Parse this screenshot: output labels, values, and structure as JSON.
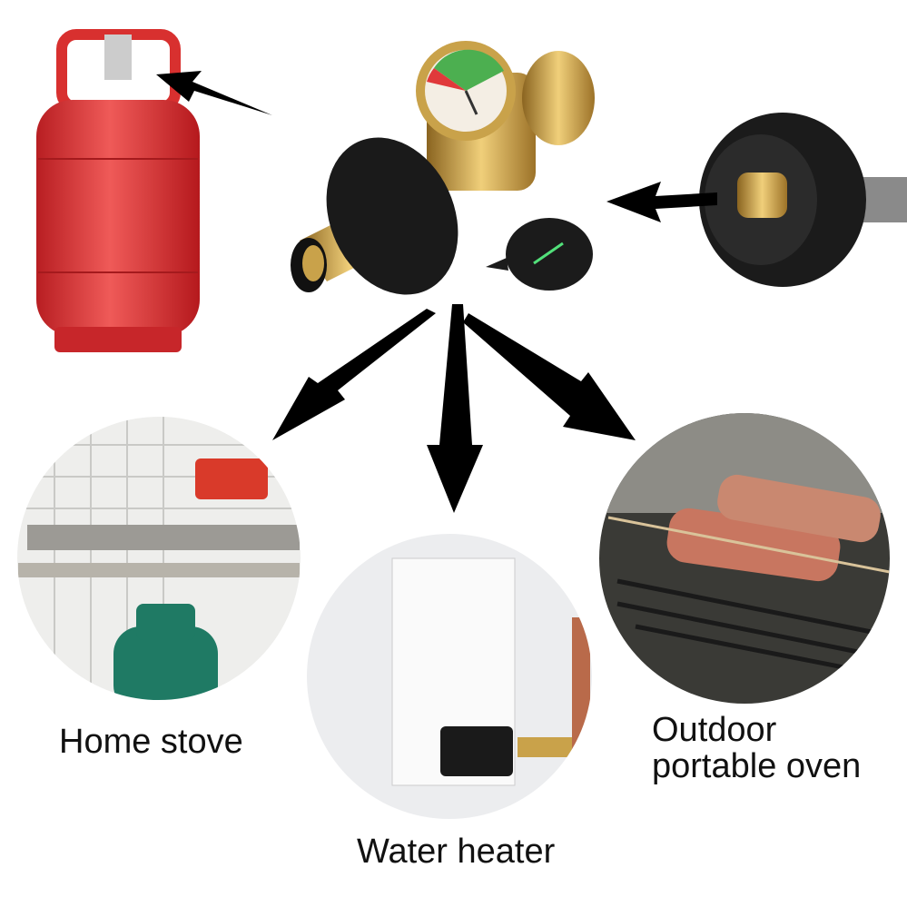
{
  "labels": {
    "home_stove": "Home stove",
    "water_heater": "Water heater",
    "outdoor_line1": "Outdoor",
    "outdoor_line2": "portable oven"
  },
  "colors": {
    "tank_red": "#e0393b",
    "brass": "#c9a24a",
    "knob_black": "#1a1a1a",
    "arrow": "#000000",
    "gauge_green": "#4caf50"
  }
}
